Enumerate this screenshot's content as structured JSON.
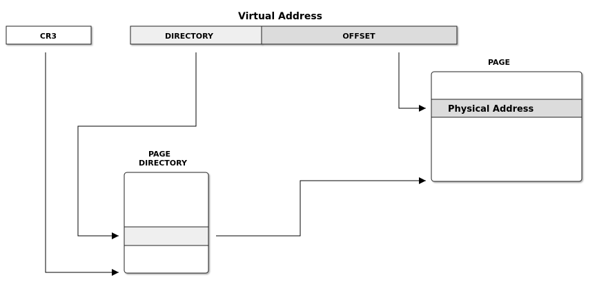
{
  "title": "Virtual Address",
  "cr3": {
    "label": "CR3"
  },
  "virtual_address": {
    "directory_label": "DIRECTORY",
    "offset_label": "OFFSET"
  },
  "page_directory": {
    "label_line1": "PAGE",
    "label_line2": "DIRECTORY"
  },
  "page": {
    "label": "PAGE",
    "entry_label": "Physical Address"
  },
  "colors": {
    "line": "#000000",
    "box_fill": "#ffffff",
    "directory_fill": "#efefef",
    "offset_fill": "#dcdcdc",
    "directory_entry_fill": "#efefef",
    "page_entry_fill": "#dcdcdc"
  }
}
